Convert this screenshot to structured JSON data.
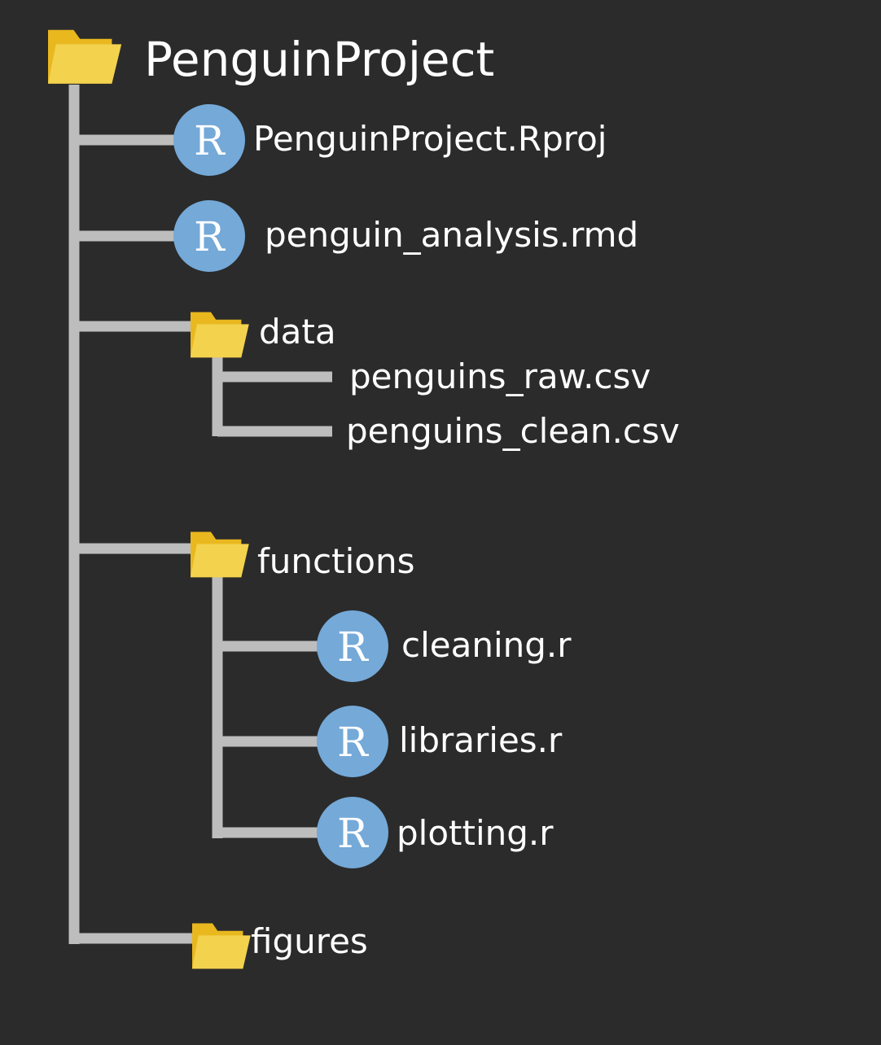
{
  "colors": {
    "background": "#2b2b2b",
    "connector": "#bdbdbd",
    "folder_back": "#e9b81e",
    "folder_front": "#f3d24e",
    "r_badge": "#74a9d8",
    "text": "#ffffff"
  },
  "root": {
    "name": "PenguinProject",
    "icon": "folder-icon"
  },
  "items": [
    {
      "name": "PenguinProject.Rproj",
      "icon": "r-icon",
      "badge": "R"
    },
    {
      "name": "penguin_analysis.rmd",
      "icon": "r-icon",
      "badge": "R"
    },
    {
      "name": "data",
      "icon": "folder-icon",
      "children": [
        {
          "name": "penguins_raw.csv"
        },
        {
          "name": "penguins_clean.csv"
        }
      ]
    },
    {
      "name": "functions",
      "icon": "folder-icon",
      "children": [
        {
          "name": "cleaning.r",
          "icon": "r-icon",
          "badge": "R"
        },
        {
          "name": "libraries.r",
          "icon": "r-icon",
          "badge": "R"
        },
        {
          "name": "plotting.r",
          "icon": "r-icon",
          "badge": "R"
        }
      ]
    },
    {
      "name": "figures",
      "icon": "folder-icon"
    }
  ]
}
